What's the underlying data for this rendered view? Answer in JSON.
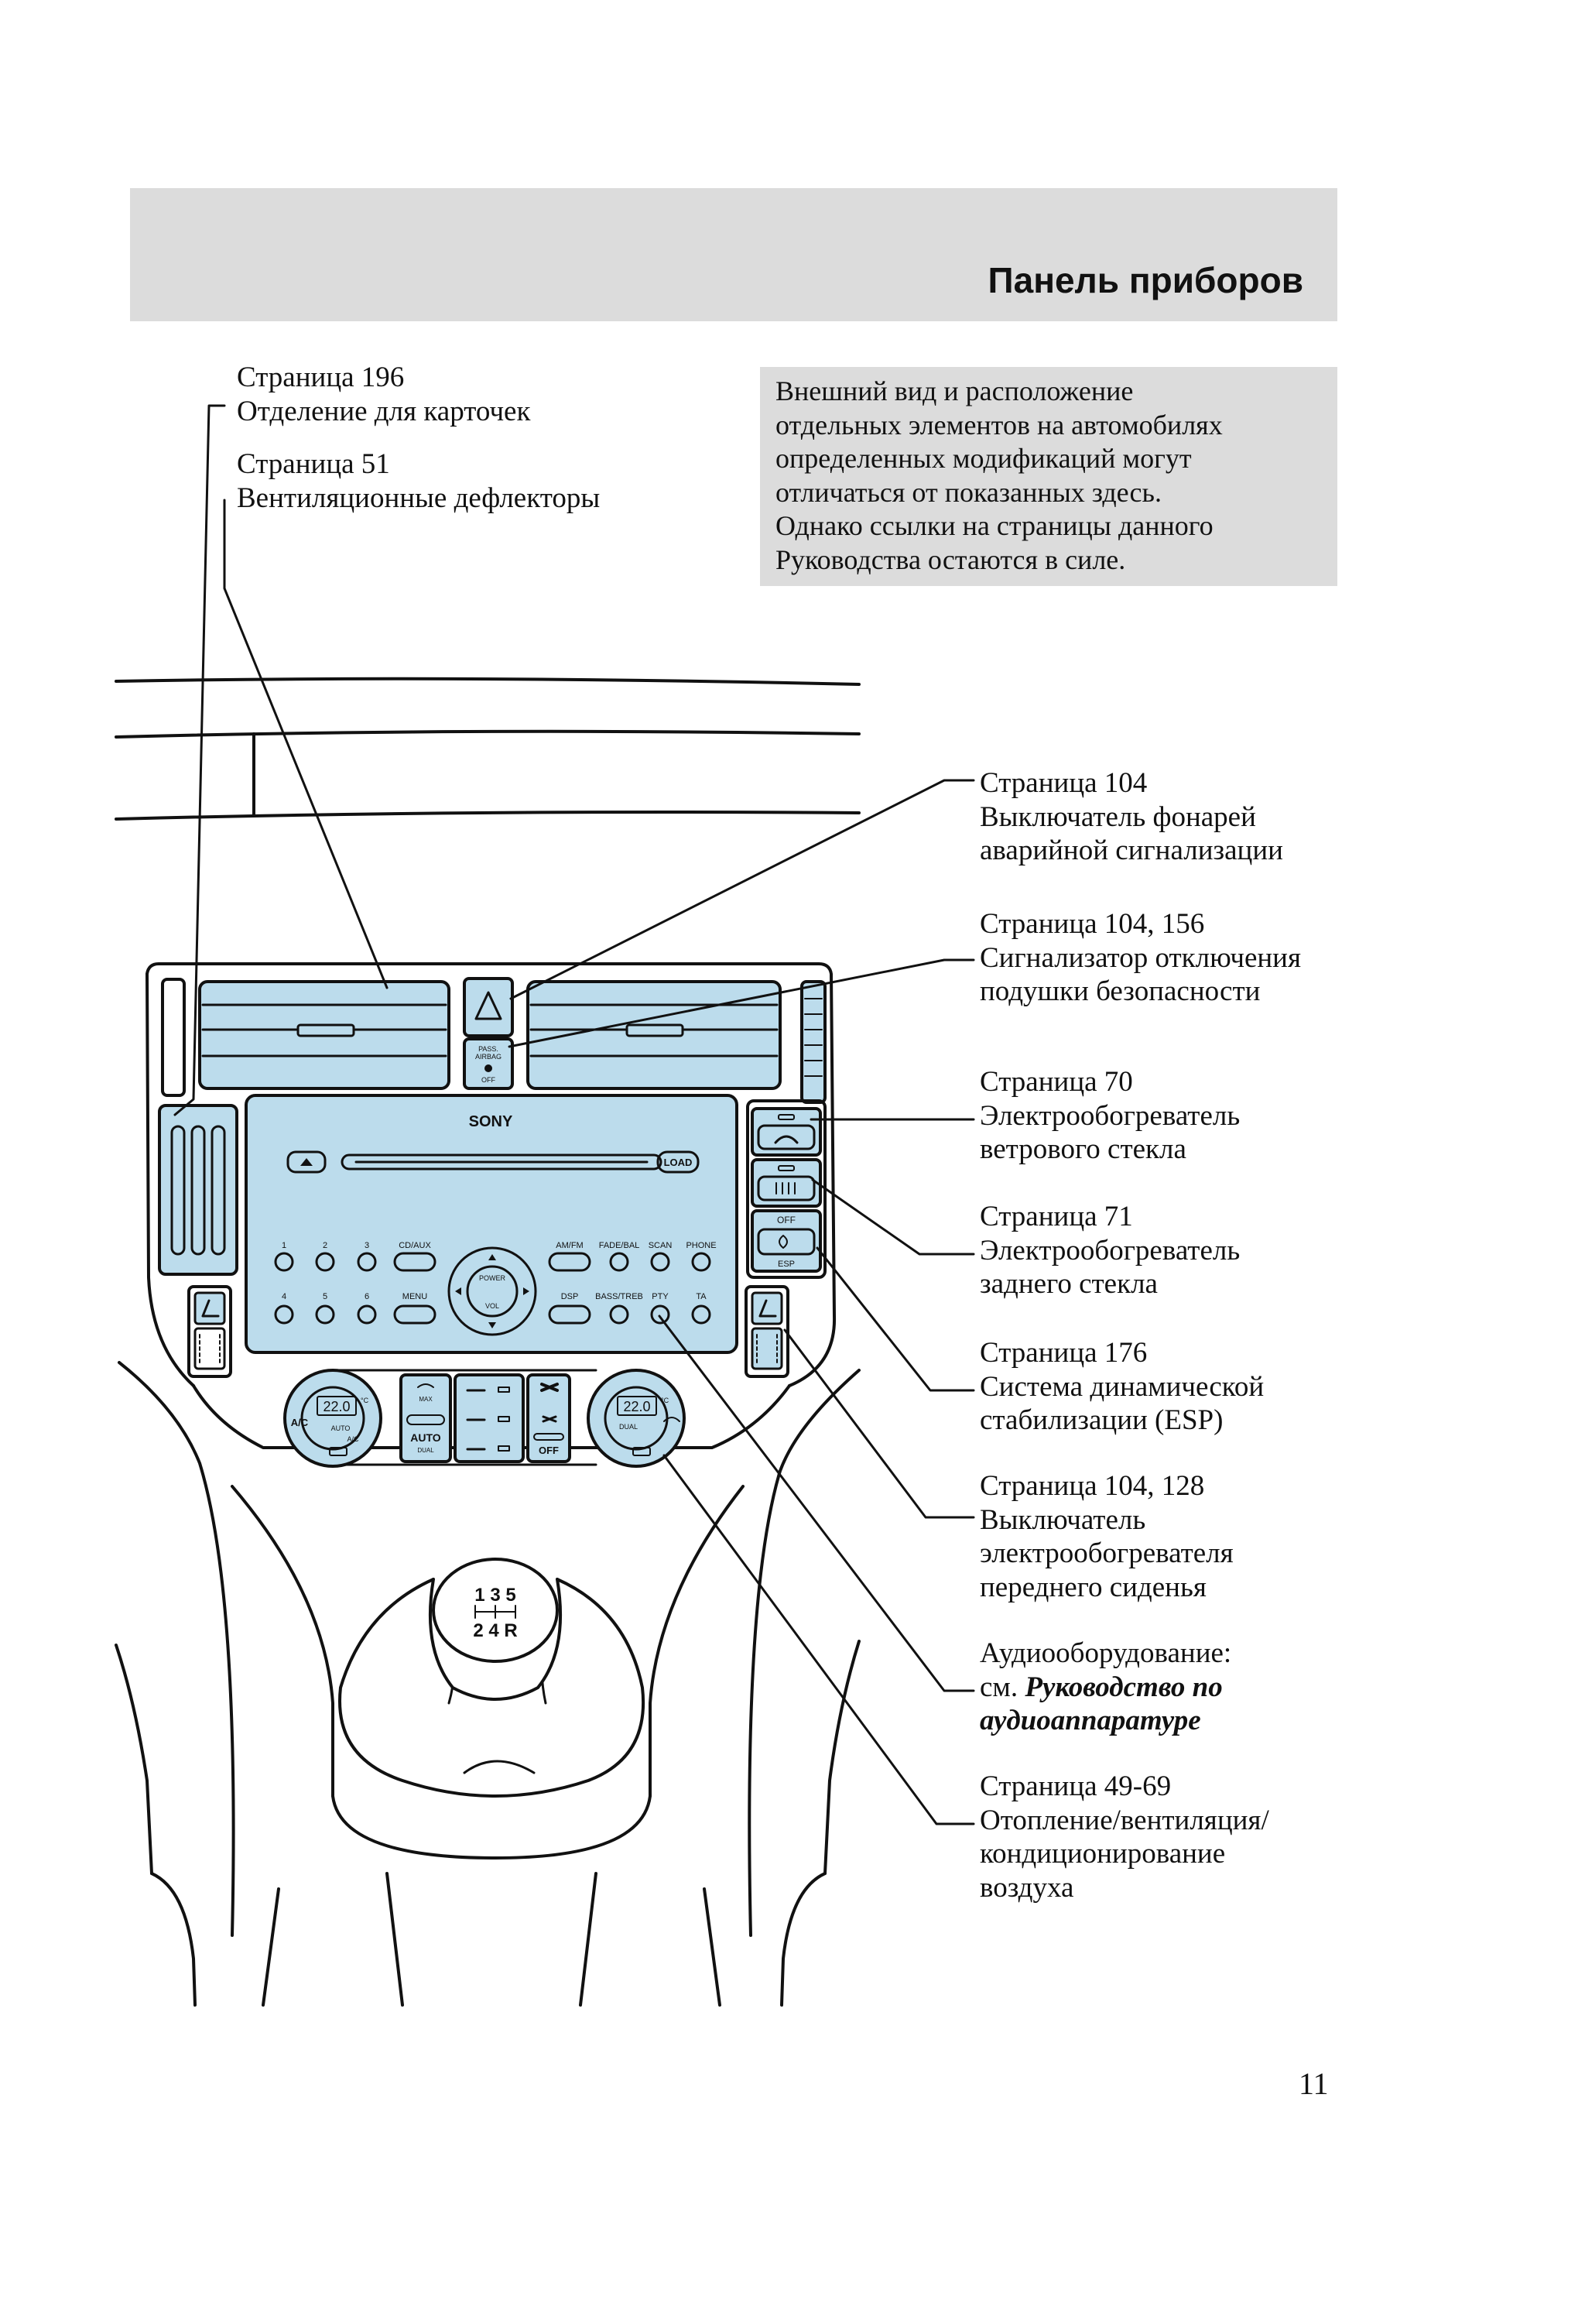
{
  "header": {
    "title": "Панель приборов"
  },
  "note": {
    "lines": [
      "Внешний вид и расположение",
      "отдельных элементов на автомобилях",
      "определенных модификаций могут",
      "отличаться от показанных здесь.",
      "Однако ссылки на страницы данного",
      "Руководства остаются в силе."
    ]
  },
  "left_labels": [
    {
      "page": "Страница 196",
      "text": "Отделение для карточек"
    },
    {
      "page": "Страница 51",
      "text": "Вентиляционные дефлекторы"
    }
  ],
  "right_labels": [
    {
      "lines": [
        "Страница 104",
        "Выключатель фонарей",
        "аварийной сигнализации"
      ]
    },
    {
      "lines": [
        "Страница 104, 156",
        "Сигнализатор отключения",
        "подушки безопасности"
      ]
    },
    {
      "lines": [
        "Страница 70",
        "Электрообогреватель",
        "ветрового стекла"
      ]
    },
    {
      "lines": [
        "Страница 71",
        "Электрообогреватель",
        "заднего стекла"
      ]
    },
    {
      "lines": [
        "Страница 176",
        "Система динамической",
        "стабилизации (ESP)"
      ]
    },
    {
      "lines": [
        "Страница 104, 128",
        "Выключатель",
        "электрообогревателя",
        "переднего сиденья"
      ]
    },
    {
      "lines": [
        "Аудиооборудование:",
        "см. ",
        "Руководство по",
        "аудиоаппаратуре"
      ]
    },
    {
      "lines": [
        "Страница 49-69",
        "Отопление/вентиляция/",
        "кондиционирование",
        "воздуха"
      ]
    }
  ],
  "diagram": {
    "radio_brand": "SONY",
    "load_label": "LOAD",
    "airbag_label_1": "PASS.",
    "airbag_label_2": "AIRBAG",
    "airbag_label_3": "OFF",
    "esp_off": "OFF",
    "esp_label": "ESP",
    "preset_row1": [
      "1",
      "2",
      "3"
    ],
    "preset_row2": [
      "4",
      "5",
      "6"
    ],
    "cd_aux": "CD/AUX",
    "menu": "MENU",
    "power": "POWER",
    "vol": "VOL",
    "right_row1": [
      "AM/FM",
      "FADE/BAL",
      "SCAN",
      "PHONE"
    ],
    "right_row2": [
      "DSP",
      "BASS/TREB",
      "PTY",
      "TA"
    ],
    "temp_left": "22.0",
    "temp_right": "22.0",
    "degree": "°C",
    "climate_ac": "A/C",
    "climate_auto_small": "AUTO",
    "climate_ac_small": "A/C",
    "climate_dual_small": "DUAL",
    "climate_max": "MAX",
    "climate_auto": "AUTO",
    "climate_dual": "DUAL",
    "climate_off": "OFF",
    "gear_top": "1 3 5",
    "gear_bottom": "2 4 R"
  },
  "colors": {
    "accent_panel": "#bcdcec",
    "header_band": "#dcdcdc"
  },
  "page_number": "11"
}
